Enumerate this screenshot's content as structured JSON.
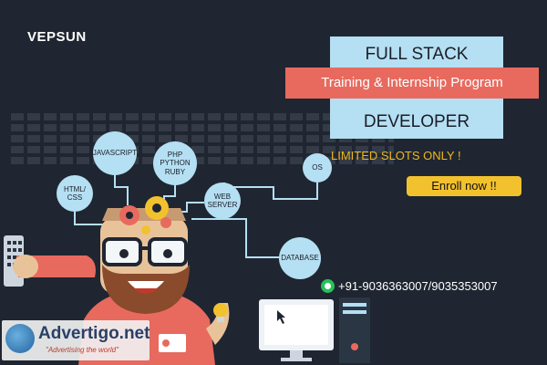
{
  "logo": {
    "text": "VEPSUN"
  },
  "banner": {
    "top": "FULL STACK",
    "middle": "Training & Internship Program",
    "bottom": "DEVELOPER",
    "limited": "LIMITED SLOTS ONLY !",
    "enroll": "Enroll now !!"
  },
  "contact": {
    "phone": "+91-9036363007/9035353007",
    "icon": "whatsapp-icon"
  },
  "skills": {
    "javascript": "JAVASCRIPT",
    "html_line1": "HTML/",
    "html_line2": "CSS",
    "php_line1": "PHP",
    "php_line2": "PYTHON",
    "php_line3": "RUBY",
    "web_line1": "WEB",
    "web_line2": "SERVER",
    "os": "OS",
    "database": "DATABASE"
  },
  "watermark": {
    "name": "Advertigo.net",
    "slogan": "\"Advertising the world\""
  },
  "colors": {
    "background": "#1f2631",
    "light_blue": "#b5dff2",
    "coral": "#e86a5e",
    "yellow": "#f2c12e",
    "skin": "#e8c39a",
    "beard": "#8a4a2c"
  }
}
